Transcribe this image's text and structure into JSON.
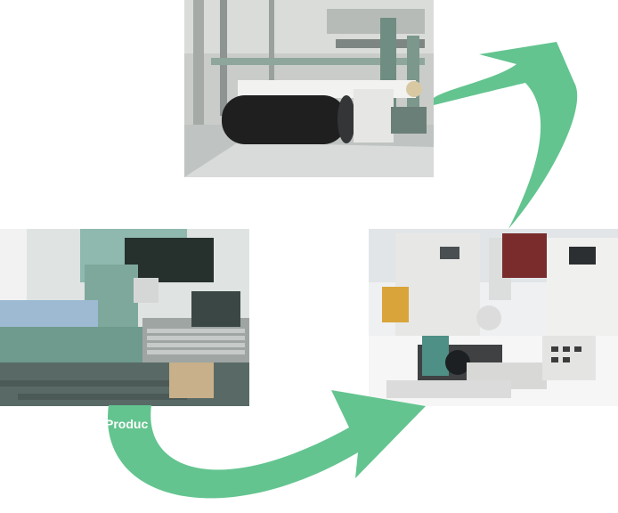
{
  "diagram": {
    "type": "cycle",
    "arrow_color": "#63c48f",
    "nodes": [
      {
        "id": "top",
        "subject": "factory-textile-roll-machine-photo"
      },
      {
        "id": "left",
        "subject": "factory-production-line-rollers-photo"
      },
      {
        "id": "right",
        "subject": "lab-testing-equipment-photo"
      }
    ],
    "label_partial": "Produc"
  }
}
